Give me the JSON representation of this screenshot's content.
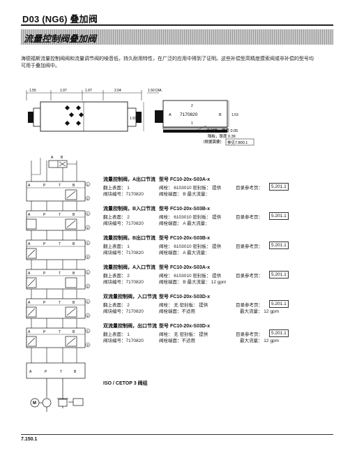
{
  "header": {
    "title": "D03 (NG6) 叠加阀",
    "section": "流量控制阀叠加阀"
  },
  "intro": "海德福斯流量控制阀阀和流量调节阀的噪音低，持久耐用特性，在广泛的应用中得到了证明。这些补偿型高精度摸索阀或非补偿的型号均可用于叠加阀中。",
  "drawing": {
    "dims": [
      "1.55",
      "1.97",
      "1.97",
      "2.04",
      "1.50 DIA.",
      "1.93",
      "1.53"
    ],
    "block_code": "7170820",
    "port_a": "A",
    "port_b": "B",
    "num_top": "2",
    "num_bottom": "1",
    "seal_note": "密封垫，厚度 0.05",
    "gasket_note": "隔板，厚度 0.39",
    "order_note": "（根据需要）",
    "ref_note": "参见7.800.1"
  },
  "symbol_labels": {
    "a": "A",
    "p": "P",
    "t": "T",
    "b": "B",
    "n1": "1",
    "n2": "2"
  },
  "rows": [
    {
      "title": "流量控制阀，A出口节流",
      "model": "型号 FC10-20x-S03A-x",
      "l1": "翻上表面：  1",
      "l2": "阀块编号：7170820",
      "r1": "阀栓：  6103010  密封板：  提供",
      "r2": "阀栓端面：  B      最大流量：",
      "extra": "",
      "ref_label": "目录参考页：",
      "ref": "5.201.1"
    },
    {
      "title": "流量控制阀，B入口节流",
      "model": "型号 FC10-20x-S03B-x",
      "l1": "翻上表面：  2",
      "l2": "阀块编号：7170820",
      "r1": "阀栓：  6103010  密封板：  提供",
      "r2": "阀栓端面：  A      最大流量：",
      "extra": "",
      "ref_label": "目录参考页：",
      "ref": "5.201.1"
    },
    {
      "title": "流量控制阀，B出口节流",
      "model": "型号 FC10-20x-S03B-x",
      "l1": "翻上表面：  1",
      "l2": "阀块编号：7170820",
      "r1": "阀栓：  6103010  密封板：  提供",
      "r2": "阀栓端面：  A      最大流量：",
      "extra": "",
      "ref_label": "目录参考页：",
      "ref": "5.201.1"
    },
    {
      "title": "流量控制阀，A入口节流",
      "model": "型号 FC10-20x-S03A-x",
      "l1": "翻上表面：  2",
      "l2": "阀块编号：7170820",
      "r1": "阀栓：  6103010  密封板：  提供",
      "r2": "阀栓端面：  B      最大流量：  12 gpm",
      "extra": "",
      "ref_label": "目录参考页：",
      "ref": "5.201.1"
    },
    {
      "title": "双流量控制阀，入口节流",
      "model": "型号 FC10-20x-S03D-x",
      "l1": "翻上表面：  2",
      "l2": "阀块编号：7170820",
      "r1": "阀栓：  无        密封板：  提供",
      "r2": "阀栓端面：不适用",
      "extra": "最大流量：  12 gpm",
      "ref_label": "目录参考页：",
      "ref": "5.201.1"
    },
    {
      "title": "双流量控制阀，出口节流",
      "model": "型号 FC10-20x-S03D-x",
      "l1": "翻上表面：  1",
      "l2": "阀块编号：7170820",
      "r1": "阀栓：  无        密封板：  提供",
      "r2": "阀栓端面：不适用",
      "extra": "最大流量：  12 gpm",
      "ref_label": "目录参考页：",
      "ref": "5.201.1"
    }
  ],
  "iso_label": "ISO / CETOP 3 阀组",
  "motor_label": "M",
  "footer": {
    "page": "7.150.1"
  }
}
